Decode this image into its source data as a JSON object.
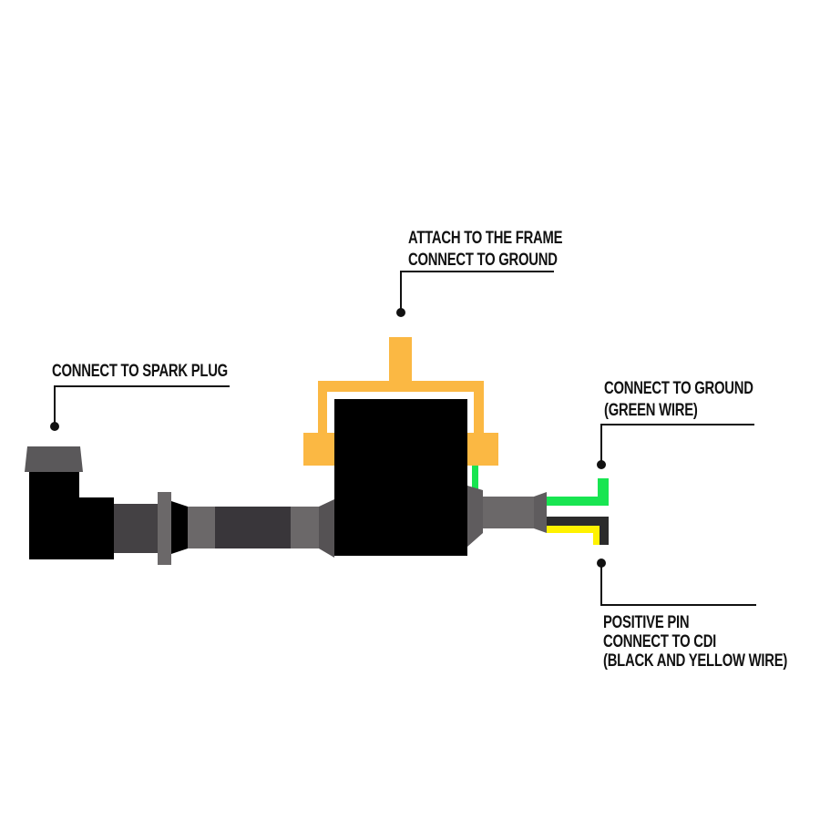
{
  "labels": {
    "frame": [
      "ATTACH TO THE FRAME",
      "CONNECT TO GROUND"
    ],
    "spark_plug": [
      "CONNECT TO SPARK PLUG"
    ],
    "ground": [
      "CONNECT TO GROUND",
      "(GREEN WIRE)"
    ],
    "positive": [
      "POSITIVE PIN",
      "CONNECT TO CDI",
      "(BLACK AND YELLOW WIRE)"
    ]
  },
  "colors": {
    "bracket": "#fbb843",
    "body": "#000000",
    "green_wire": "#18e551",
    "yellow_wire": "#fff200",
    "black_wire": "#2b2b2b",
    "gray": "#6b6869",
    "dark_gray": "#3b383b"
  }
}
